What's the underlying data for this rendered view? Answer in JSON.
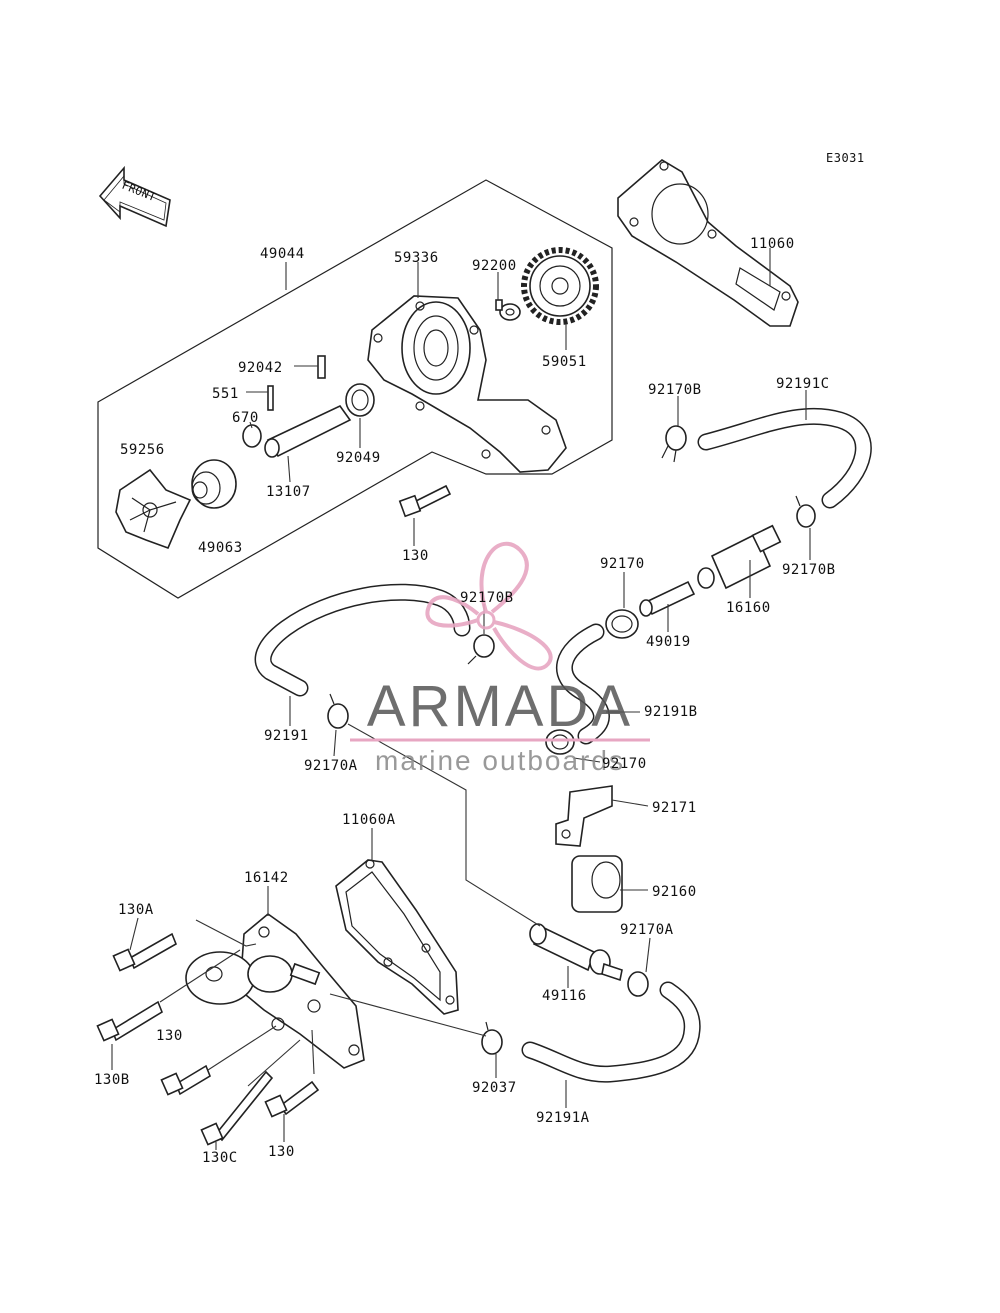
{
  "diagram_code": "E3031",
  "front_arrow_label": "FRONT",
  "watermark": {
    "brand": "ARMADA",
    "tagline": "marine outboards",
    "logo_color": "#e7a6c2"
  },
  "labels": {
    "p49044": "49044",
    "p59336": "59336",
    "p92200": "92200",
    "p59051": "59051",
    "p11060": "11060",
    "p92042": "92042",
    "p551": "551",
    "p670": "670",
    "p59256": "59256",
    "p13107": "13107",
    "p92049": "92049",
    "p49063": "49063",
    "p130_top": "130",
    "p92170B_a": "92170B",
    "p92191C": "92191C",
    "p92170B_b": "92170B",
    "p92170_a": "92170",
    "p16160": "16160",
    "p49019": "49019",
    "p92170B_c": "92170B",
    "p92191B": "92191B",
    "p92191": "92191",
    "p92170A_a": "92170A",
    "p92170_b": "92170",
    "p92171": "92171",
    "p11060A": "11060A",
    "p16142": "16142",
    "p92160": "92160",
    "p130A": "130A",
    "p92170A_b": "92170A",
    "p49116": "49116",
    "p130_mid": "130",
    "p130B": "130B",
    "p92037": "92037",
    "p92191A": "92191A",
    "p130C": "130C",
    "p130_bot": "130"
  }
}
